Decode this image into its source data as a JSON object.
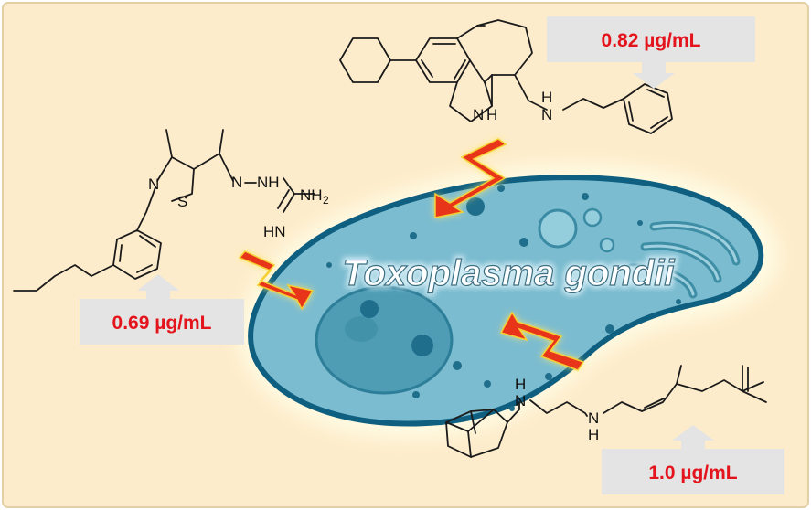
{
  "organism": "Toxoplasma gondii",
  "compounds": [
    {
      "id": "thiazole",
      "activity": "0.69 µg/mL"
    },
    {
      "id": "carbazole",
      "activity": "0.82 µg/mL"
    },
    {
      "id": "adamantyl-diamine",
      "activity": "1.0 µg/mL"
    }
  ],
  "atoms": {
    "N": "N",
    "S": "S",
    "H": "H",
    "NH": "NH",
    "HN": "HN",
    "NH2": "NH",
    "two": "2"
  },
  "colors": {
    "background": "#fdeccb",
    "border": "#e2cfa6",
    "cell_body": "#7cbcd0",
    "cell_edge": "#0f5f80",
    "organelle": "#1f6e8c",
    "arrow": "#e8351a",
    "arrow_glow": "#ffe866",
    "label_box": "#e4e4e4",
    "activity_text": "#e4141c"
  }
}
